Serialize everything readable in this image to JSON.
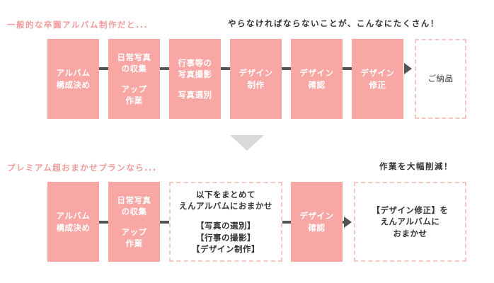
{
  "top": {
    "heading_left": "一般的な卒園アルバム制作だと...",
    "heading_right": "やらなければならないことが、こんなにたくさん！",
    "steps": [
      {
        "lines": [
          "アルバム",
          "構成決め"
        ]
      },
      {
        "lines": [
          "日常写真",
          "の収集"
        ],
        "lines2": [
          "アップ",
          "作業"
        ]
      },
      {
        "lines": [
          "行事等の",
          "写真撮影"
        ],
        "lines2": [
          "写真選別"
        ]
      },
      {
        "lines": [
          "デザイン",
          "制作"
        ]
      },
      {
        "lines": [
          "デザイン",
          "確認"
        ]
      },
      {
        "lines": [
          "デザイン",
          "修正"
        ]
      }
    ],
    "final_step": "ご納品"
  },
  "bottom": {
    "heading_left": "プレミアム超おまかせプランなら...",
    "heading_right": "作業を大幅削減！",
    "steps": [
      {
        "lines": [
          "アルバム",
          "構成決め"
        ]
      },
      {
        "lines": [
          "日常写真",
          "の収集"
        ],
        "lines2": [
          "アップ",
          "作業"
        ]
      },
      {
        "lines": [
          "以下をまとめて",
          "えんアルバムにおまかせ"
        ],
        "lines2": [
          "【写真の選別】",
          "【行事の撮影】",
          "【デザイン制作】"
        ]
      },
      {
        "lines": [
          "デザイン",
          "確認"
        ]
      },
      {
        "lines": [
          "【デザイン修正】を",
          "えんアルバムに",
          "おまかせ"
        ]
      }
    ]
  },
  "colors": {
    "accent_pink": "#f8a7a4",
    "heading_pink": "#f29b9b",
    "dashed_border": "#f6c8c4",
    "connector": "#555555",
    "divider_triangle": "#d9d9d9"
  },
  "icons": {
    "flow_arrow": "arrow-right-icon",
    "transition": "triangle-down-icon"
  }
}
